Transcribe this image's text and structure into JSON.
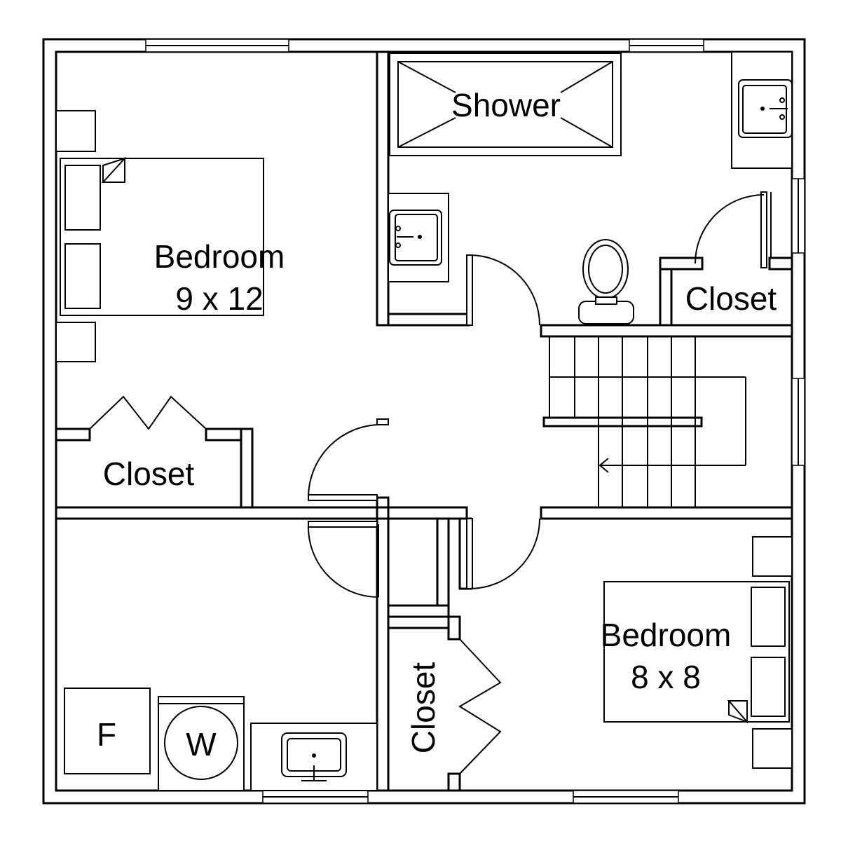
{
  "plan": {
    "rooms": {
      "bedroom_large": {
        "name": "Bedroom",
        "size": "9 x 12"
      },
      "bedroom_small": {
        "name": "Bedroom",
        "size": "8 x 8"
      },
      "shower": {
        "name": "Shower"
      },
      "closet_left": {
        "name": "Closet"
      },
      "closet_bath": {
        "name": "Closet"
      },
      "closet_hall": {
        "name": "Closet"
      }
    },
    "appliances": {
      "furnace": "F",
      "washer": "W"
    }
  }
}
